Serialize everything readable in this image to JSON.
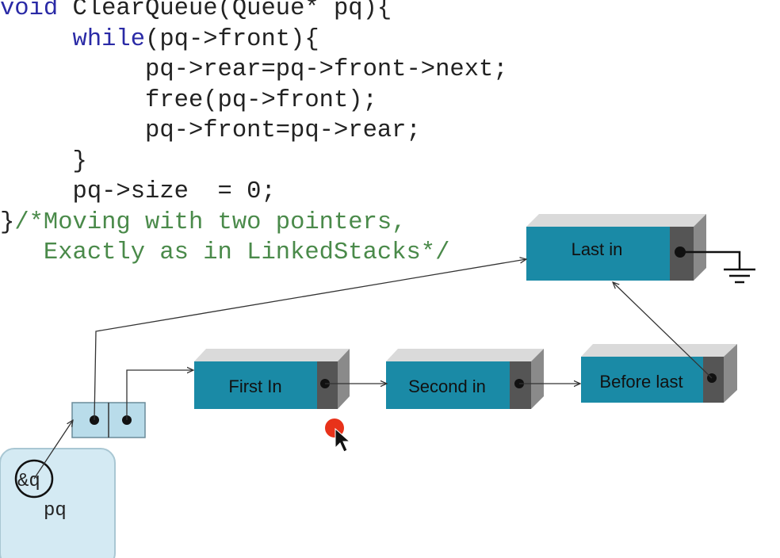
{
  "code": {
    "lines": [
      {
        "keyword": "void",
        "text": " ClearQueue(Queue* pq){"
      },
      {
        "indent": "     ",
        "keyword": "while",
        "text": "(pq->front){"
      },
      {
        "indent": "          ",
        "text": "pq->rear=pq->front->next;"
      },
      {
        "indent": "          ",
        "text": "free(pq->front);"
      },
      {
        "indent": "          ",
        "text": "pq->front=pq->rear;"
      },
      {
        "indent": "     ",
        "text": "}"
      },
      {
        "indent": "     ",
        "text": "pq->size  = 0;"
      },
      {
        "text": "}",
        "comment": "/*Moving with two pointers,"
      },
      {
        "indent": "   ",
        "comment": "Exactly as in LinkedStacks*/"
      }
    ]
  },
  "diagram": {
    "nodes": {
      "first_in": "First In",
      "second_in": "Second in",
      "before_last": "Before last",
      "last_in": "Last in"
    },
    "pointer_var": {
      "address_label": "&q",
      "name_label": "pq"
    }
  },
  "colors": {
    "node_fill": "#1a8aa6",
    "node_top": "#dadada",
    "pointer_cell": "#555555",
    "queue_header": "#b9dcea",
    "panel": "#d4eaf3",
    "cursor_dot": "#e8321a"
  }
}
